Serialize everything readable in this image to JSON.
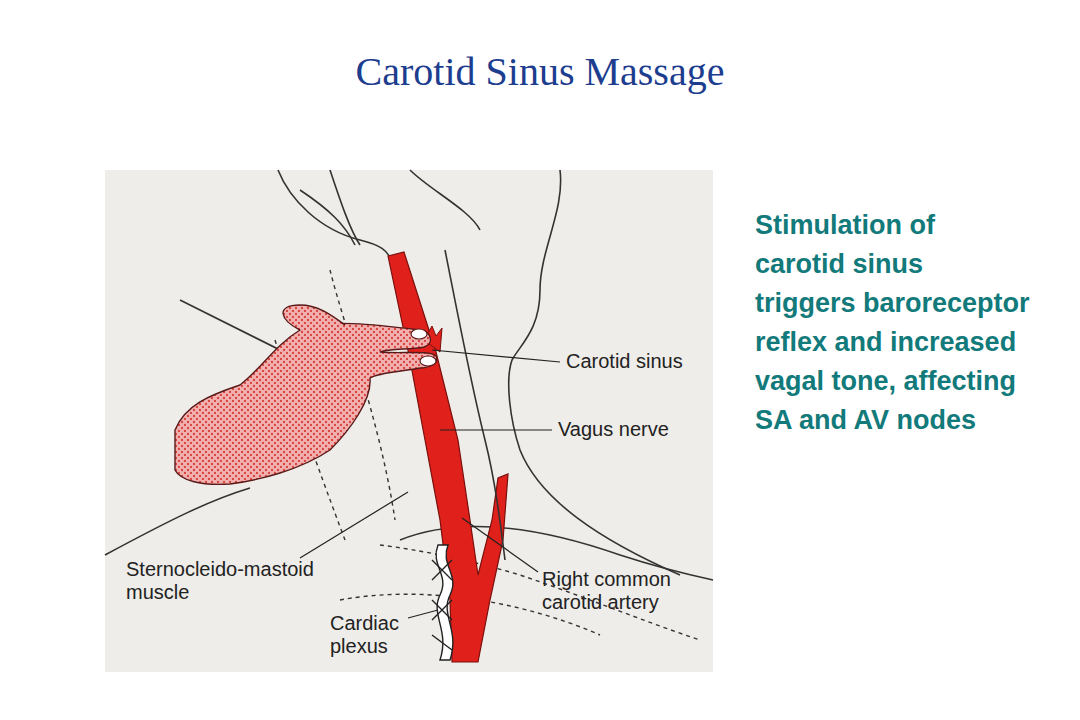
{
  "diagram": {
    "title": "Carotid Sinus Massage",
    "labels": [
      "Carotid sinus",
      "Vagus nerve",
      "Sternocleido-mastoid muscle",
      "Right common carotid artery",
      "Cardiac plexus",
      "Stimulation of carotid sinus triggers baroreceptor reflex and increased vagal tone, affecting SA and AV nodes"
    ]
  }
}
